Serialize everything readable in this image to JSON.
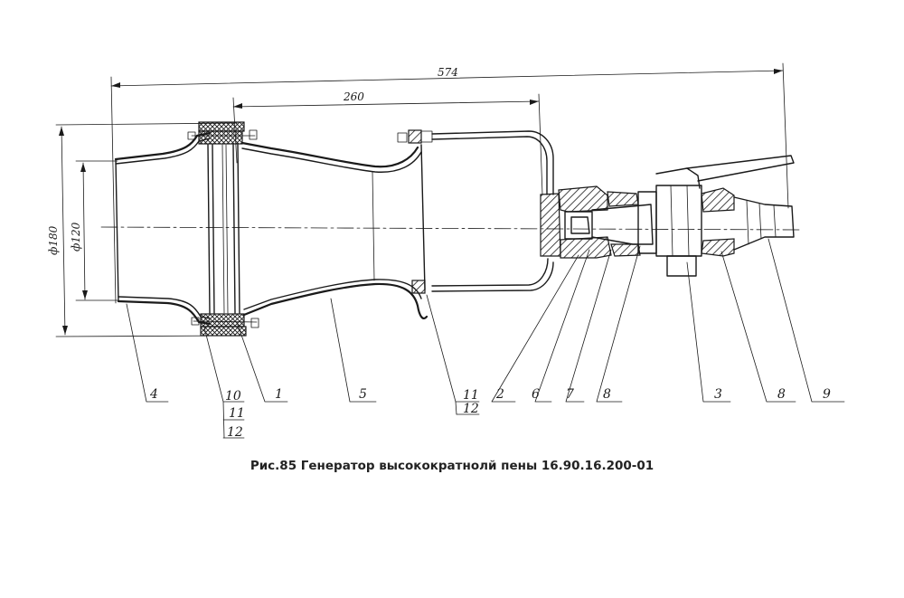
{
  "caption": "Рис.85 Генератор высокократнолй пены 16.90.16.200-01",
  "dimensions": {
    "overall_length": "574",
    "partial_length": "260",
    "diameter_outer": "ф180",
    "diameter_inner": "ф120"
  },
  "part_labels": {
    "p4": "4",
    "p10": "10",
    "p11a": "11",
    "p12a": "12",
    "p1": "1",
    "p5": "5",
    "p11b": "11",
    "p12b": "12",
    "p2": "2",
    "p6": "6",
    "p7": "7",
    "p8a": "8",
    "p3": "3",
    "p8b": "8",
    "p9": "9"
  }
}
